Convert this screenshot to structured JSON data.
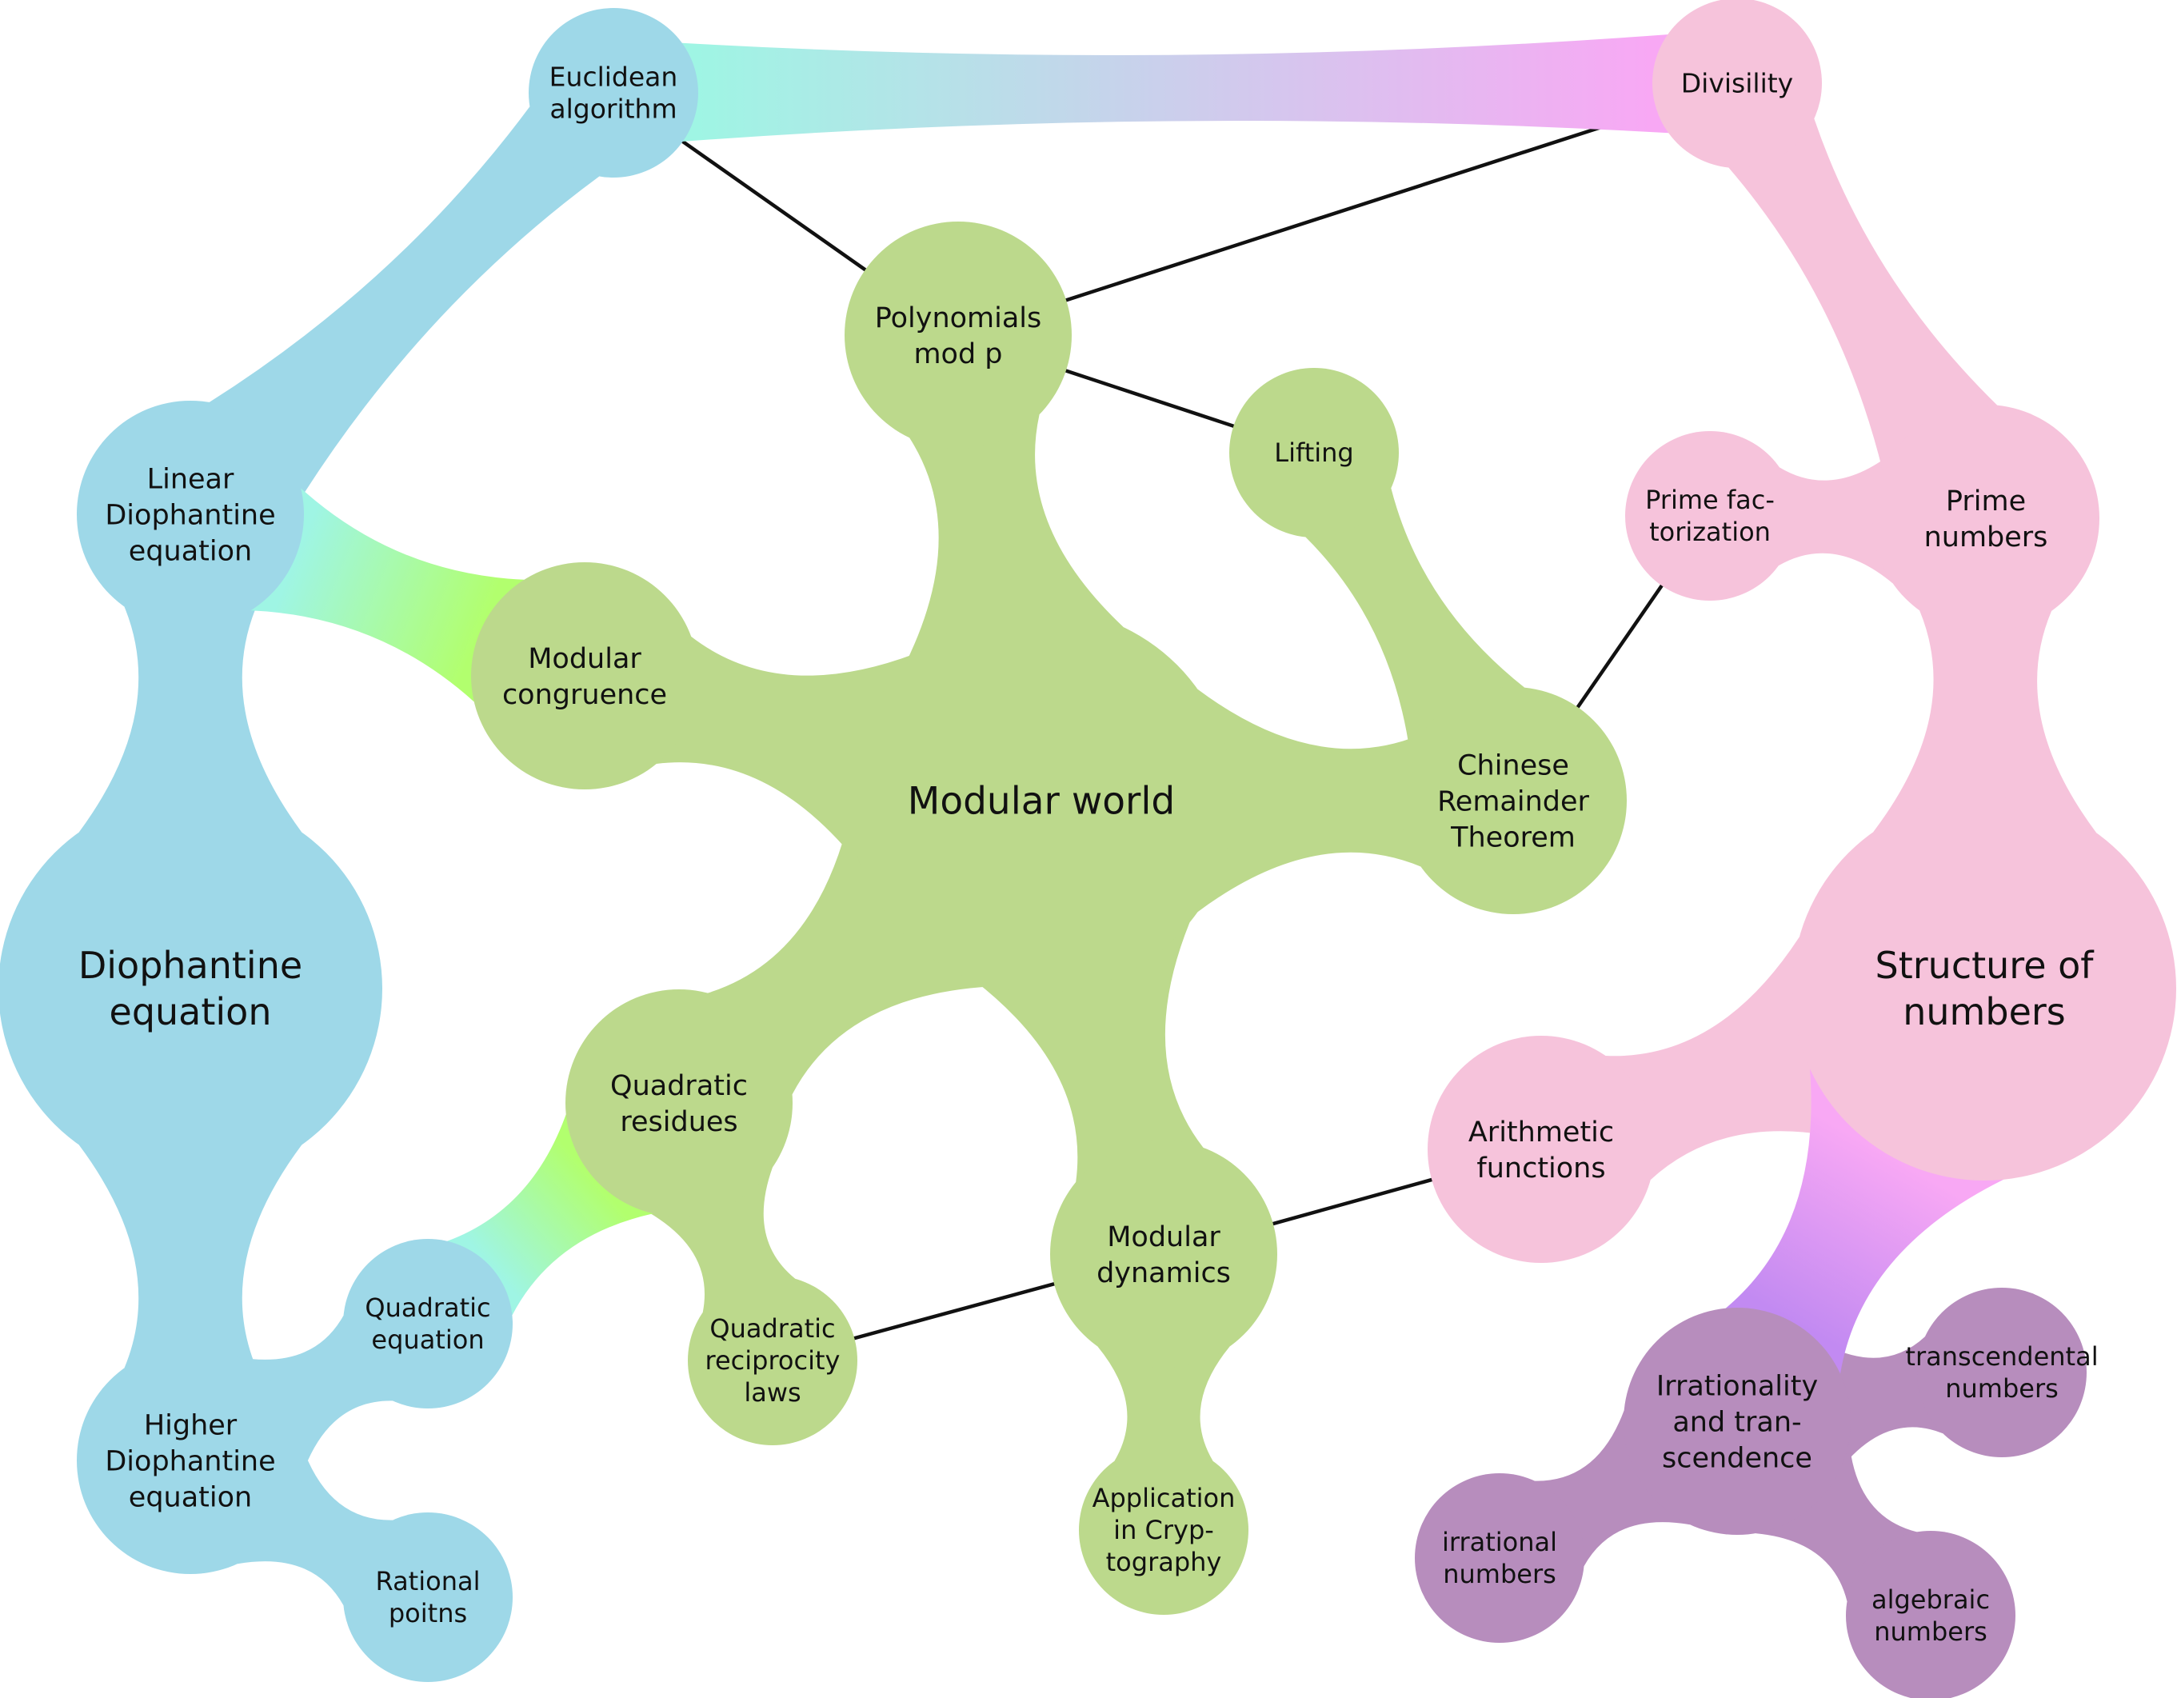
{
  "colors": {
    "blue": "#9ed8e8",
    "green": "#bcd98c",
    "pink": "#f6c3db",
    "purple": "#b78dbd",
    "bridge_teal": "#9ff5e4",
    "bridge_lime": "#b2ff6e",
    "bridge_magenta": "#f8a8f4",
    "bridge_violet": "#c28af2",
    "line": "#111111"
  },
  "nodes": [
    {
      "id": "diophantine",
      "color": "blue",
      "lines": [
        "Diophantine",
        "equation"
      ]
    },
    {
      "id": "linear-dioph",
      "color": "blue",
      "lines": [
        "Linear",
        "Diophantine",
        "equation"
      ]
    },
    {
      "id": "euclid",
      "color": "blue",
      "lines": [
        "Euclidean",
        "algorithm"
      ]
    },
    {
      "id": "higher-dioph",
      "color": "blue",
      "lines": [
        "Higher",
        "Diophantine",
        "equation"
      ]
    },
    {
      "id": "quad-eq",
      "color": "blue",
      "lines": [
        "Quadratic",
        "equation"
      ]
    },
    {
      "id": "rational",
      "color": "blue",
      "lines": [
        "Rational",
        "poitns"
      ]
    },
    {
      "id": "modular-world",
      "color": "green",
      "lines": [
        "Modular world"
      ]
    },
    {
      "id": "poly-mod-p",
      "color": "green",
      "lines": [
        "Polynomials",
        "mod p"
      ]
    },
    {
      "id": "lifting",
      "color": "green",
      "lines": [
        "Lifting"
      ]
    },
    {
      "id": "modular-congruence",
      "color": "green",
      "lines": [
        "Modular",
        "congruence"
      ]
    },
    {
      "id": "crt",
      "color": "green",
      "lines": [
        "Chinese",
        "Remainder",
        "Theorem"
      ]
    },
    {
      "id": "quad-residues",
      "color": "green",
      "lines": [
        "Quadratic",
        "residues"
      ]
    },
    {
      "id": "quad-reciprocity",
      "color": "green",
      "lines": [
        "Quadratic",
        "reciprocity",
        "laws"
      ]
    },
    {
      "id": "modular-dynamics",
      "color": "green",
      "lines": [
        "Modular",
        "dynamics"
      ]
    },
    {
      "id": "crypto",
      "color": "green",
      "lines": [
        "Application",
        "in Cryp-",
        "tography"
      ]
    },
    {
      "id": "structure",
      "color": "pink",
      "lines": [
        "Structure of",
        "numbers"
      ]
    },
    {
      "id": "prime-numbers",
      "color": "pink",
      "lines": [
        "Prime",
        "numbers"
      ]
    },
    {
      "id": "prime-fact",
      "color": "pink",
      "lines": [
        "Prime fac-",
        "torization"
      ]
    },
    {
      "id": "divisility",
      "color": "pink",
      "lines": [
        "Divisility"
      ]
    },
    {
      "id": "arith-func",
      "color": "pink",
      "lines": [
        "Arithmetic",
        "functions"
      ]
    },
    {
      "id": "irrationality",
      "color": "purple",
      "lines": [
        "Irrationality",
        "and tran-",
        "scendence"
      ]
    },
    {
      "id": "transcendental",
      "color": "purple",
      "lines": [
        "transcendental",
        "numbers"
      ]
    },
    {
      "id": "irrational",
      "color": "purple",
      "lines": [
        "irrational",
        "numbers"
      ]
    },
    {
      "id": "algebraic",
      "color": "purple",
      "lines": [
        "algebraic",
        "numbers"
      ]
    }
  ],
  "branches": [
    {
      "from": "diophantine",
      "to": "linear-dioph"
    },
    {
      "from": "linear-dioph",
      "to": "euclid"
    },
    {
      "from": "diophantine",
      "to": "higher-dioph"
    },
    {
      "from": "higher-dioph",
      "to": "quad-eq"
    },
    {
      "from": "higher-dioph",
      "to": "rational"
    },
    {
      "from": "modular-world",
      "to": "poly-mod-p"
    },
    {
      "from": "modular-world",
      "to": "modular-congruence"
    },
    {
      "from": "modular-world",
      "to": "crt"
    },
    {
      "from": "crt",
      "to": "lifting"
    },
    {
      "from": "modular-world",
      "to": "quad-residues"
    },
    {
      "from": "quad-residues",
      "to": "quad-reciprocity"
    },
    {
      "from": "modular-world",
      "to": "modular-dynamics"
    },
    {
      "from": "modular-dynamics",
      "to": "crypto"
    },
    {
      "from": "structure",
      "to": "prime-numbers"
    },
    {
      "from": "prime-numbers",
      "to": "prime-fact"
    },
    {
      "from": "prime-numbers",
      "to": "divisility"
    },
    {
      "from": "structure",
      "to": "arith-func"
    },
    {
      "from": "irrationality",
      "to": "transcendental"
    },
    {
      "from": "irrationality",
      "to": "irrational"
    },
    {
      "from": "irrationality",
      "to": "algebraic"
    }
  ],
  "bridges": [
    {
      "from": "linear-dioph",
      "to": "modular-congruence",
      "start": "bridge_teal",
      "end": "bridge_lime"
    },
    {
      "from": "quad-eq",
      "to": "quad-residues",
      "start": "bridge_teal",
      "end": "bridge_lime"
    },
    {
      "from": "euclid",
      "to": "divisility",
      "start": "bridge_teal",
      "end": "bridge_magenta"
    },
    {
      "from": "structure",
      "to": "irrationality",
      "start": "bridge_magenta",
      "end": "bridge_violet"
    }
  ],
  "links": [
    {
      "from": "euclid",
      "to": "poly-mod-p"
    },
    {
      "from": "poly-mod-p",
      "to": "divisility"
    },
    {
      "from": "poly-mod-p",
      "to": "lifting"
    },
    {
      "from": "crt",
      "to": "prime-fact"
    },
    {
      "from": "quad-reciprocity",
      "to": "modular-dynamics"
    },
    {
      "from": "modular-dynamics",
      "to": "arith-func"
    }
  ]
}
